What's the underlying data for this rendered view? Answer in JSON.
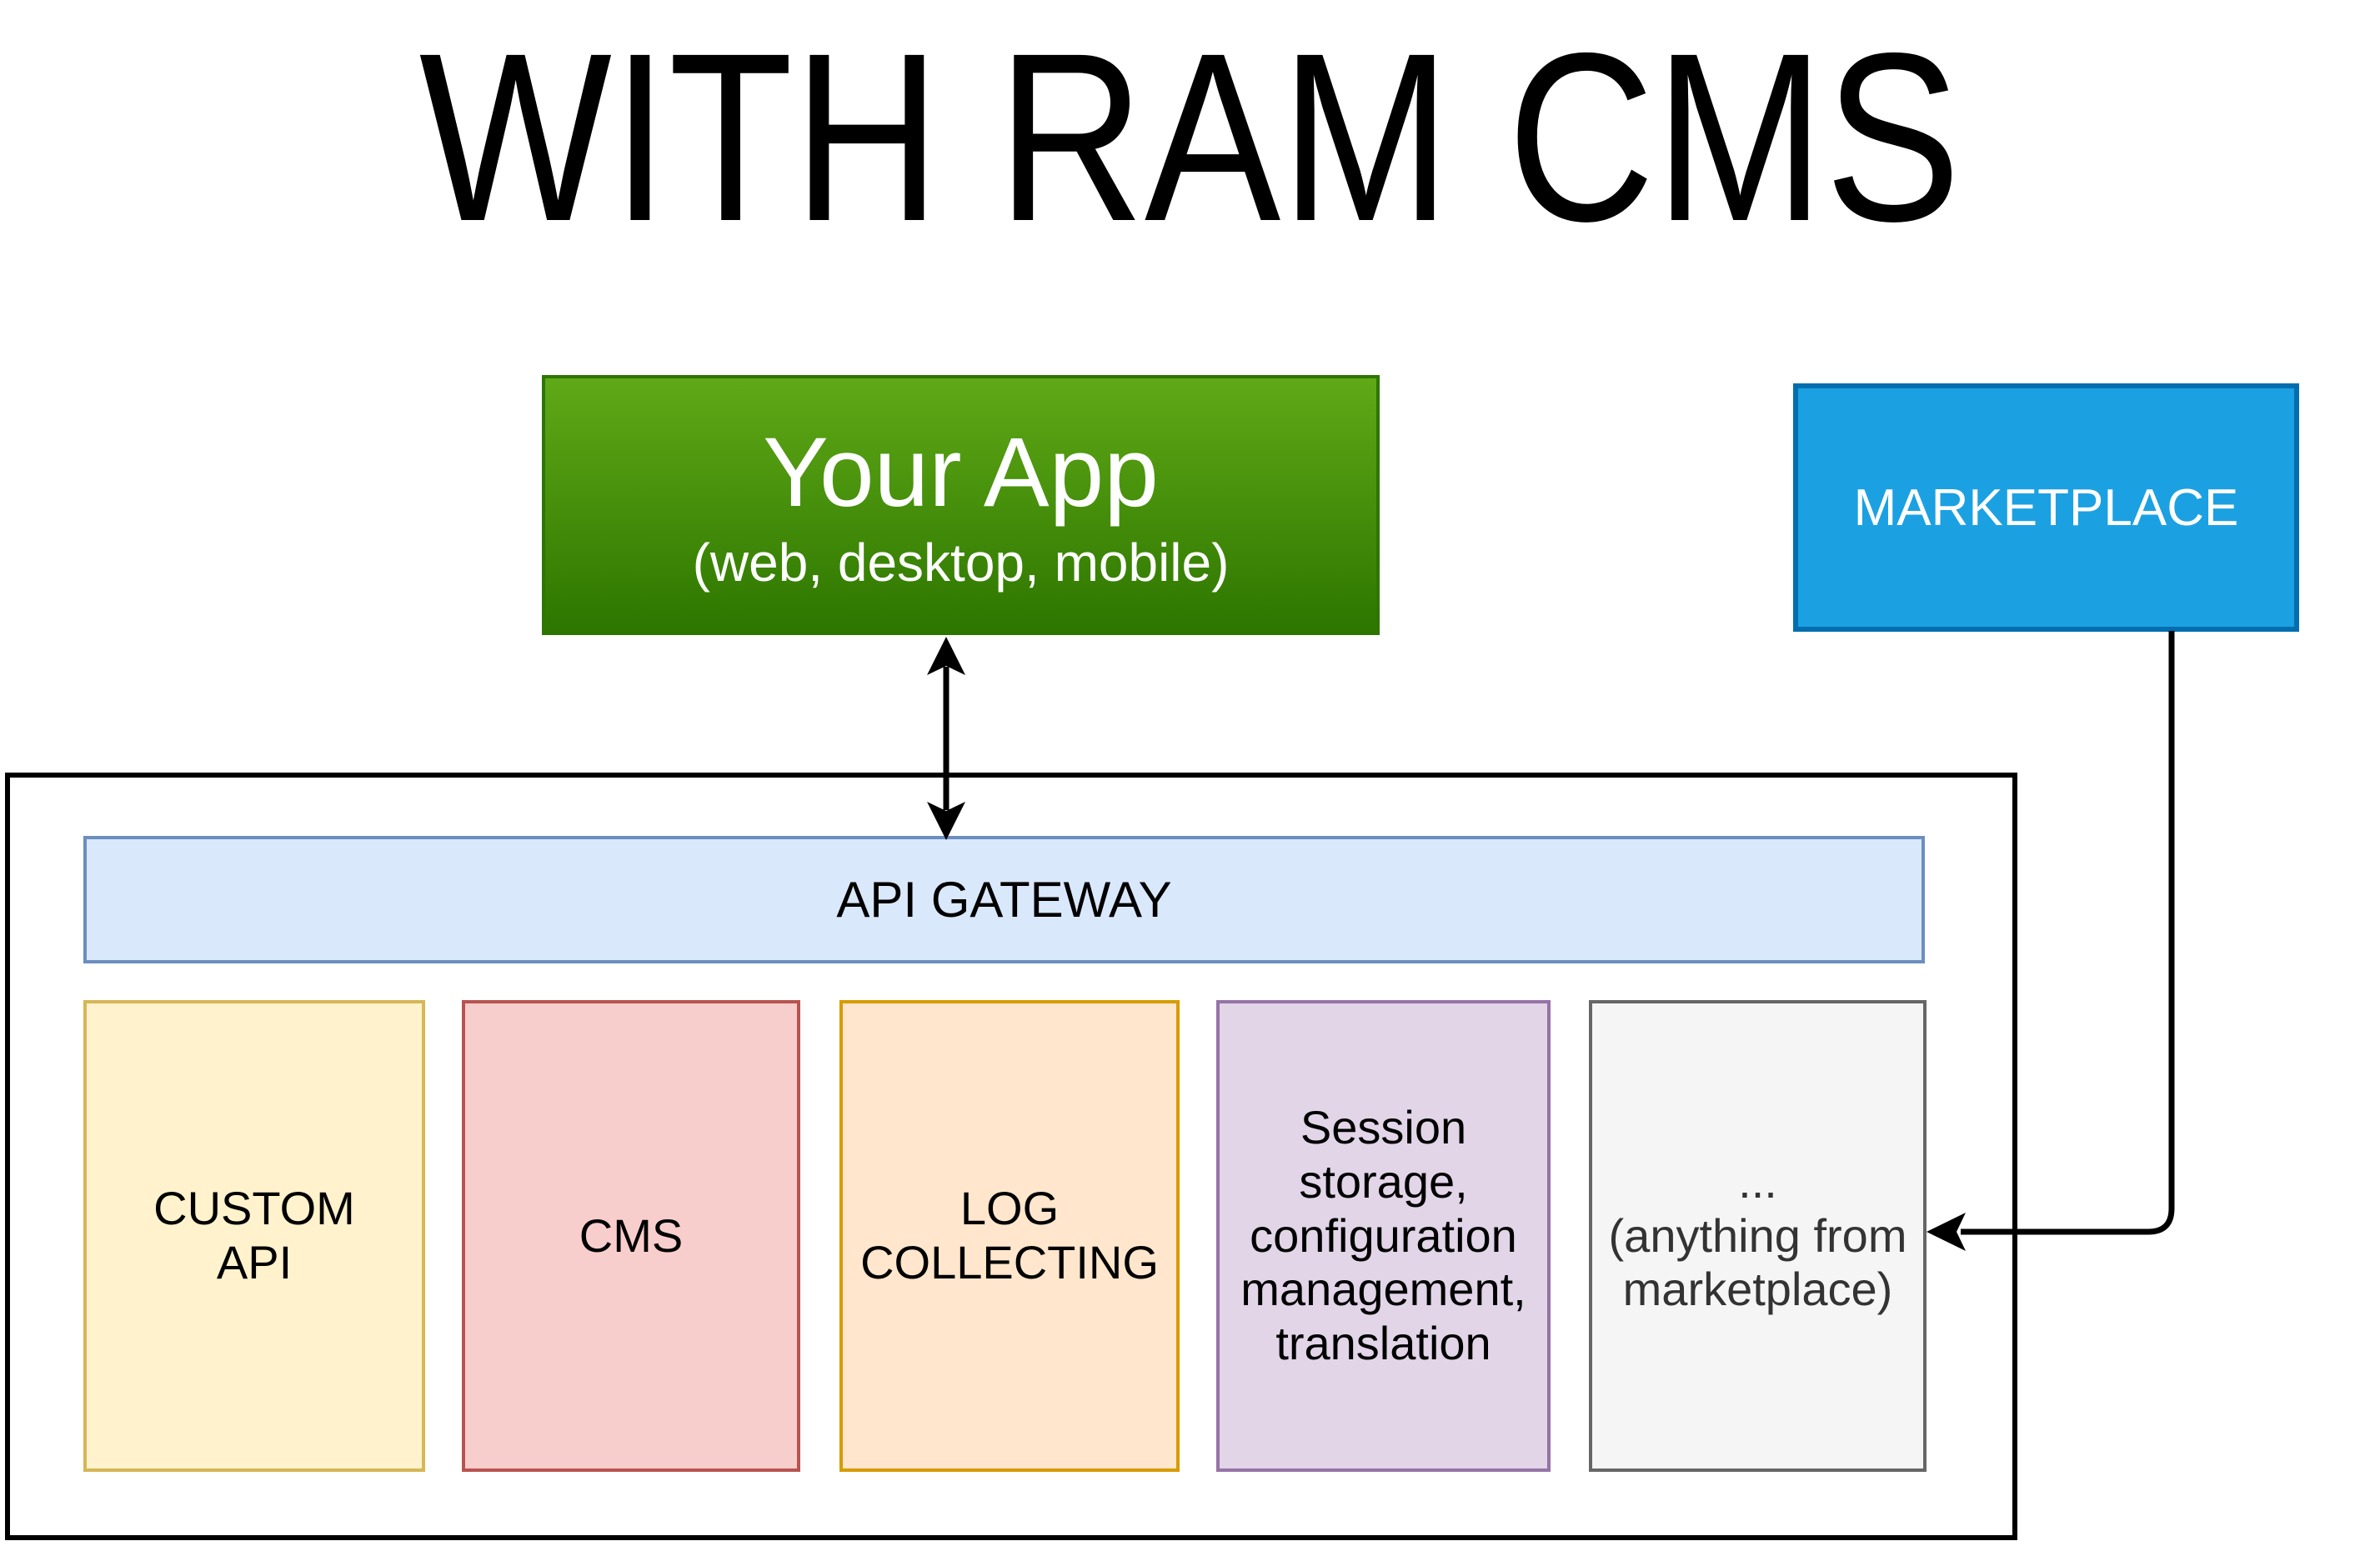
{
  "title": "WITH RAM CMS",
  "your_app": {
    "label": "Your App",
    "sublabel": "(web, desktop, mobile)",
    "fill_top": "#60a917",
    "fill_bottom": "#2d7600",
    "border": "#2d7600",
    "text_color": "#ffffff"
  },
  "marketplace": {
    "label": "MARKETPLACE",
    "fill": "#1ba1e2",
    "border": "#006eaf",
    "text_color": "#ffffff"
  },
  "platform": {
    "gateway": {
      "label": "API GATEWAY",
      "fill": "#dae8fc",
      "border": "#6c8ebf",
      "text_color": "#000000"
    },
    "services": [
      {
        "id": "custom-api",
        "label": "CUSTOM\nAPI",
        "fill": "#fff2cc",
        "border": "#d6b656",
        "text_color": "#000000"
      },
      {
        "id": "cms",
        "label": "CMS",
        "fill": "#f8cecc",
        "border": "#b85450",
        "text_color": "#000000"
      },
      {
        "id": "log-collecting",
        "label": "LOG\nCOLLECTING",
        "fill": "#ffe6cc",
        "border": "#d79b00",
        "text_color": "#000000"
      },
      {
        "id": "session-storage",
        "label": "Session\nstorage,\nconfiguration\nmanagement,\ntranslation",
        "fill": "#e1d5e7",
        "border": "#9673a6",
        "text_color": "#000000"
      },
      {
        "id": "marketplace-slot",
        "label": "...\n(anything from\nmarketplace)",
        "fill": "#f5f5f5",
        "border": "#666666",
        "text_color": "#333333"
      }
    ]
  },
  "arrows": {
    "color": "#000000",
    "app_gateway": {
      "type": "bidirectional",
      "from": "your-app",
      "to": "api-gateway"
    },
    "marketplace_feed": {
      "type": "one-way",
      "from": "marketplace",
      "to": "marketplace-slot"
    }
  }
}
